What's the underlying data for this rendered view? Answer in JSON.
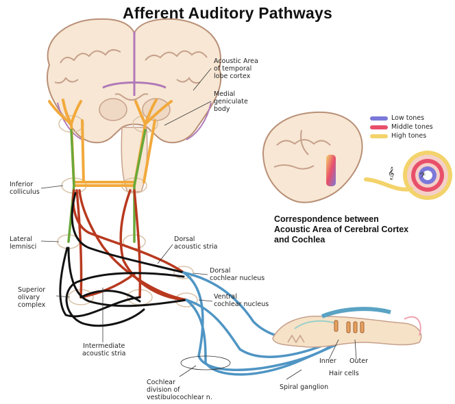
{
  "title": "Afferent Auditory Pathways",
  "labels": {
    "acoustic_area": [
      "Acoustic Area",
      "of temporal",
      "lobe cortex"
    ],
    "medial_geniculate": [
      "Medial",
      "geniculate",
      "body"
    ],
    "inferior_colliculus": [
      "Inferior",
      "colliculus"
    ],
    "lateral_lemnisci": [
      "Lateral",
      "lemnisci"
    ],
    "superior_olivary": [
      "Superior",
      "olivary",
      "complex"
    ],
    "intermediate_stria": [
      "Intermediate",
      "acoustic stria"
    ],
    "dorsal_stria": [
      "Dorsal",
      "acoustic stria"
    ],
    "dorsal_nucleus": [
      "Dorsal",
      "cochlear nucleus"
    ],
    "ventral_nucleus": [
      "Ventral",
      "cochlear nucleus"
    ],
    "cochlear_division": [
      "Cochlear",
      "division of",
      "vestibulocochlear n."
    ],
    "spiral_ganglion": "Spiral ganglion",
    "inner": "Inner",
    "outer": "Outer",
    "hair_cells": "Hair cells"
  },
  "correspondence": [
    "Correspondence between",
    "Acoustic Area of Cerebral Cortex",
    "and Cochlea"
  ],
  "legend": [
    {
      "label": "Low tones",
      "color": "#7b78d9"
    },
    {
      "label": "Middle tones",
      "color": "#e8506a"
    },
    {
      "label": "High tones",
      "color": "#f3d36b"
    }
  ],
  "colors": {
    "orange_pathway": "#f2a93b",
    "red_pathway": "#b8391e",
    "black_pathway": "#111111",
    "green_pathway": "#6aa83a",
    "blue_pathway": "#4f95c4",
    "brain_tissue": "#f7e7d4",
    "brain_outline": "#b88f76",
    "cortex_purple": "#b079b8"
  }
}
